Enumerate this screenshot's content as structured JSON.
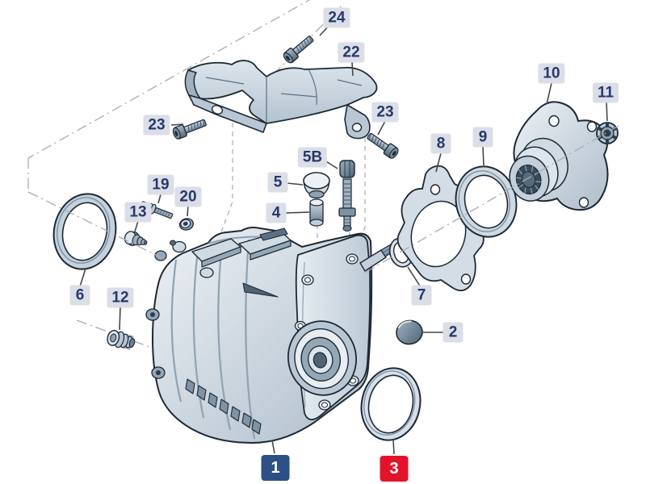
{
  "diagram_type": "exploded-parts-diagram",
  "colors": {
    "background": "#ffffff",
    "callout_bg": "#dcdee7",
    "callout_text": "#26386d",
    "accent_primary": "#2d4f87",
    "accent_danger": "#e2142b",
    "construction_line": "#a4adb5",
    "part_outline": "#1d2833"
  },
  "callouts": [
    {
      "text": "24",
      "style": "default"
    },
    {
      "text": "22",
      "style": "default"
    },
    {
      "text": "23",
      "style": "default"
    },
    {
      "text": "23",
      "style": "default"
    },
    {
      "text": "10",
      "style": "default"
    },
    {
      "text": "11",
      "style": "default"
    },
    {
      "text": "8",
      "style": "default"
    },
    {
      "text": "9",
      "style": "default"
    },
    {
      "text": "5B",
      "style": "default"
    },
    {
      "text": "5",
      "style": "default"
    },
    {
      "text": "4",
      "style": "default"
    },
    {
      "text": "19",
      "style": "default"
    },
    {
      "text": "20",
      "style": "default"
    },
    {
      "text": "13",
      "style": "default"
    },
    {
      "text": "6",
      "style": "default"
    },
    {
      "text": "12",
      "style": "default"
    },
    {
      "text": "7",
      "style": "default"
    },
    {
      "text": "2",
      "style": "default"
    },
    {
      "text": "1",
      "style": "primary"
    },
    {
      "text": "3",
      "style": "danger"
    }
  ]
}
